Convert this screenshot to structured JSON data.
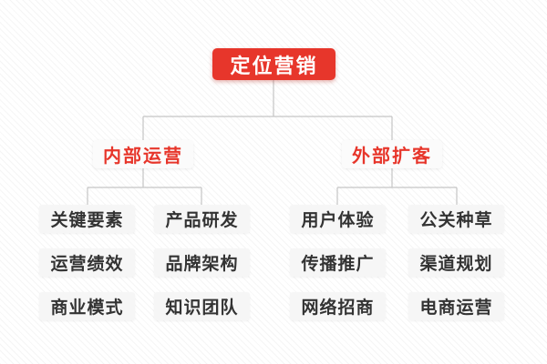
{
  "colors": {
    "accent_red": "#e7362b",
    "connector_gray": "#c5c5c5",
    "leaf_bg": "#f6f6f6",
    "leaf_text": "#333333",
    "branch_bg": "#fbfbfb"
  },
  "tree": {
    "root": {
      "label": "定位营销"
    },
    "branches": [
      {
        "label": "内部运营",
        "children": [
          "关键要素",
          "产品研发",
          "运营绩效",
          "品牌架构",
          "商业模式",
          "知识团队"
        ]
      },
      {
        "label": "外部扩客",
        "children": [
          "用户体验",
          "公关种草",
          "传播推广",
          "渠道规划",
          "网络招商",
          "电商运营"
        ]
      }
    ]
  }
}
